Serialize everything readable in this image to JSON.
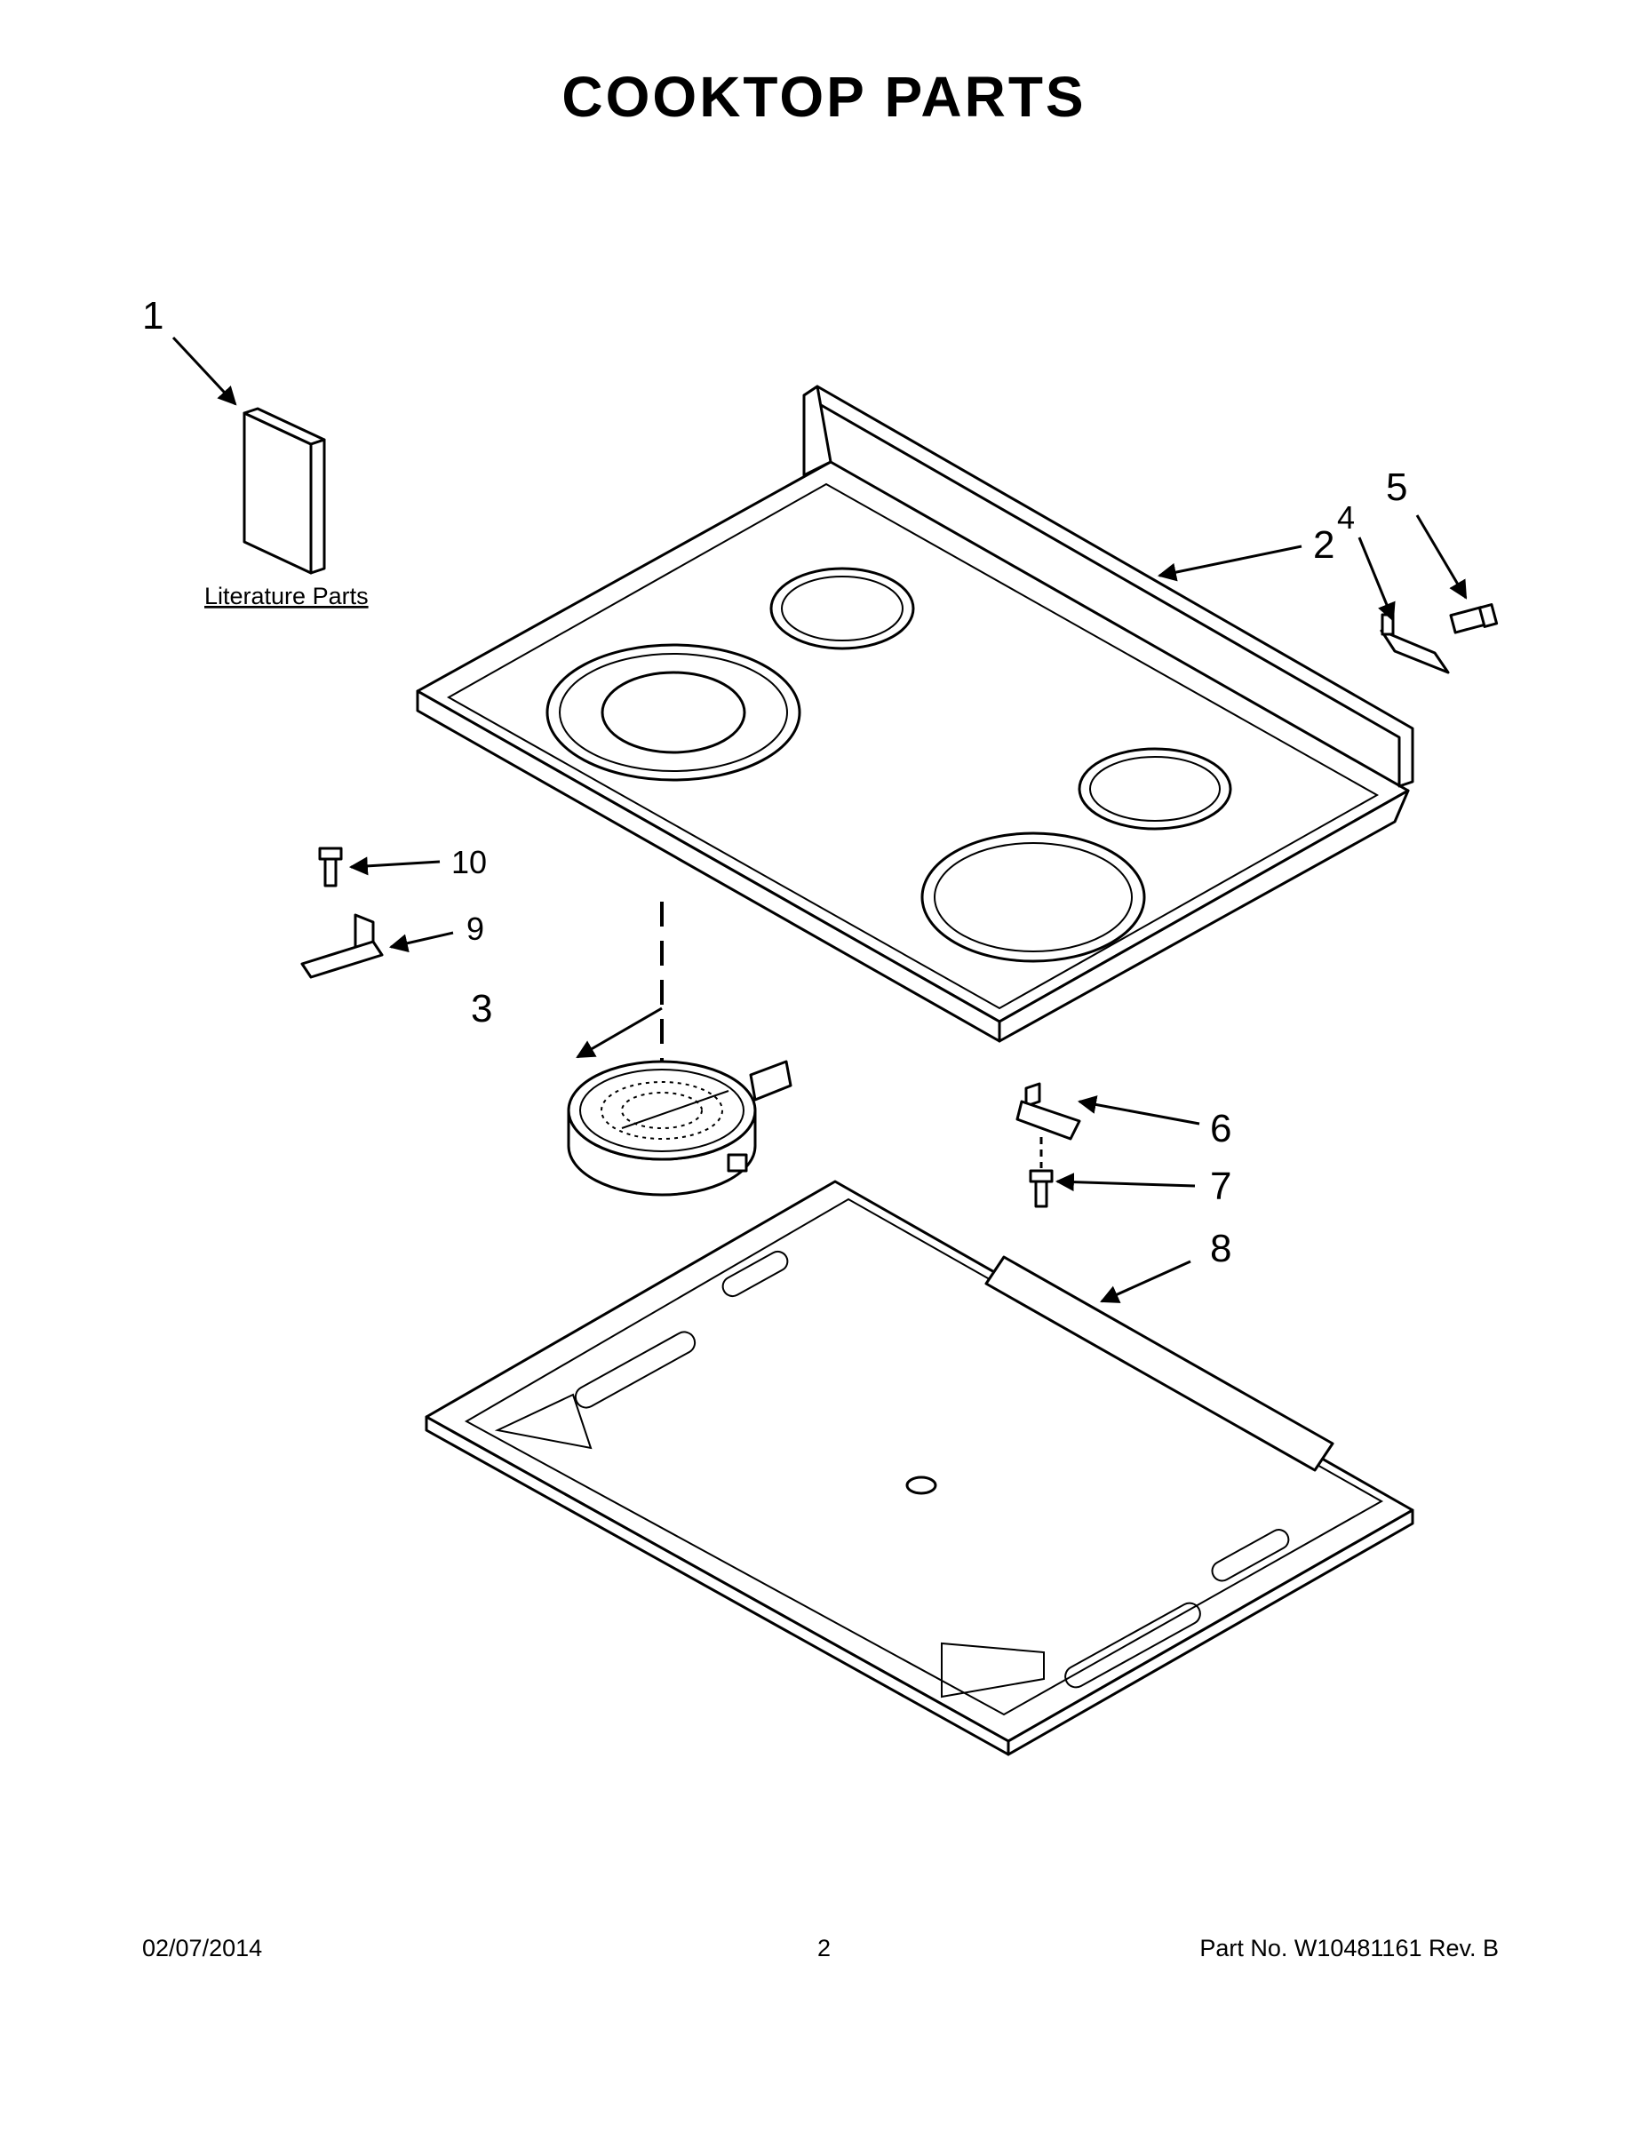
{
  "page": {
    "title": "COOKTOP PARTS"
  },
  "callouts": {
    "c1": "1",
    "c2": "2",
    "c3": "3",
    "c4": "4",
    "c5": "5",
    "c6": "6",
    "c7": "7",
    "c8": "8",
    "c9": "9",
    "c10": "10"
  },
  "literature_label": "Literature Parts",
  "footer": {
    "date": "02/07/2014",
    "page_number": "2",
    "part_number": "Part No.  W10481161  Rev.  B"
  }
}
